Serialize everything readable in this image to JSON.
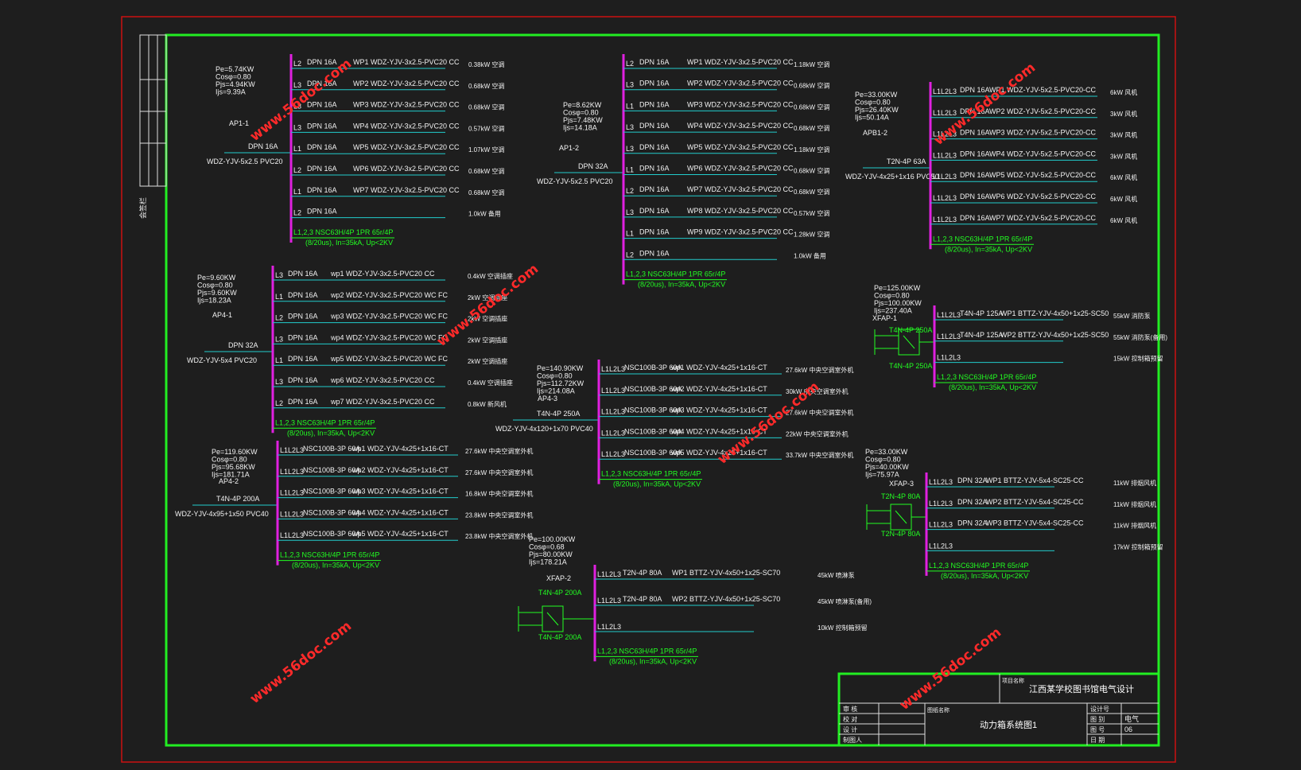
{
  "colors": {
    "background": "#1e1e1e",
    "outer_frame": "#cc1111",
    "inner_frame": "#22ee22",
    "busbar": "#e020e0",
    "feeder": "#22cccc",
    "text": "#f2f2f2",
    "label_green": "#22ff22",
    "watermark": "#ff2a2a"
  },
  "watermark": "www.56doc.com",
  "side_strip": {
    "label": "会签栏"
  },
  "title_block": {
    "project_label": "项目名称",
    "project": "江西某学校图书馆电气设计",
    "drawing_label": "图纸名称",
    "drawing": "动力箱系统图1",
    "rows": [
      "审 核",
      "校 对",
      "设 计",
      "制图人"
    ],
    "right_rows": [
      [
        "设计号",
        ""
      ],
      [
        "图 别",
        "电气"
      ],
      [
        "图 号",
        "06"
      ],
      [
        "日 期",
        ""
      ]
    ]
  },
  "panels": [
    {
      "id": "AP1-1",
      "name": "AP1-1",
      "params": [
        "Pe=5.74KW",
        "Cosφ=0.80",
        "Pjs=4.94KW",
        "Ijs=9.39A"
      ],
      "incoming": {
        "breaker": "DPN 16A",
        "cable": "WDZ-YJV-5x2.5 PVC20"
      },
      "feeders": [
        {
          "ph": "L2",
          "br": "DPN 16A",
          "cable": "WP1 WDZ-YJV-3x2.5-PVC20 CC",
          "load": "0.38kW 空调"
        },
        {
          "ph": "L3",
          "br": "DPN 16A",
          "cable": "WP2 WDZ-YJV-3x2.5-PVC20 CC",
          "load": "0.68kW 空调"
        },
        {
          "ph": "L3",
          "br": "DPN 16A",
          "cable": "WP3 WDZ-YJV-3x2.5-PVC20 CC",
          "load": "0.68kW 空调"
        },
        {
          "ph": "L3",
          "br": "DPN 16A",
          "cable": "WP4 WDZ-YJV-3x2.5-PVC20 CC",
          "load": "0.57kW 空调"
        },
        {
          "ph": "L1",
          "br": "DPN 16A",
          "cable": "WP5 WDZ-YJV-3x2.5-PVC20 CC",
          "load": "1.07kW 空调"
        },
        {
          "ph": "L2",
          "br": "DPN 16A",
          "cable": "WP6 WDZ-YJV-3x2.5-PVC20 CC",
          "load": "0.68kW 空调"
        },
        {
          "ph": "L1",
          "br": "DPN 16A",
          "cable": "WP7 WDZ-YJV-3x2.5-PVC20 CC",
          "load": "0.68kW 空调"
        },
        {
          "ph": "L2",
          "br": "DPN 16A",
          "cable": "",
          "load": "1.0kW 备用"
        }
      ],
      "spd": [
        "L1,2,3 NSC63H/4P 1PR 65r/4P",
        "(8/20us), In=35kA, Up<2KV"
      ]
    },
    {
      "id": "AP1-2",
      "name": "AP1-2",
      "params": [
        "Pe=8.62KW",
        "Cosφ=0.80",
        "Pjs=7.48KW",
        "Ijs=14.18A"
      ],
      "incoming": {
        "breaker": "DPN 32A",
        "cable": "WDZ-YJV-5x2.5 PVC20"
      },
      "feeders": [
        {
          "ph": "L2",
          "br": "DPN 16A",
          "cable": "WP1 WDZ-YJV-3x2.5-PVC20 CC",
          "load": "1.18kW 空调"
        },
        {
          "ph": "L3",
          "br": "DPN 16A",
          "cable": "WP2 WDZ-YJV-3x2.5-PVC20 CC",
          "load": "0.68kW 空调"
        },
        {
          "ph": "L1",
          "br": "DPN 16A",
          "cable": "WP3 WDZ-YJV-3x2.5-PVC20 CC",
          "load": "0.68kW 空调"
        },
        {
          "ph": "L3",
          "br": "DPN 16A",
          "cable": "WP4 WDZ-YJV-3x2.5-PVC20 CC",
          "load": "0.68kW 空调"
        },
        {
          "ph": "L3",
          "br": "DPN 16A",
          "cable": "WP5 WDZ-YJV-3x2.5-PVC20 CC",
          "load": "1.18kW 空调"
        },
        {
          "ph": "L1",
          "br": "DPN 16A",
          "cable": "WP6 WDZ-YJV-3x2.5-PVC20 CC",
          "load": "0.68kW 空调"
        },
        {
          "ph": "L2",
          "br": "DPN 16A",
          "cable": "WP7 WDZ-YJV-3x2.5-PVC20 CC",
          "load": "0.68kW 空调"
        },
        {
          "ph": "L3",
          "br": "DPN 16A",
          "cable": "WP8 WDZ-YJV-3x2.5-PVC20 CC",
          "load": "0.57kW 空调"
        },
        {
          "ph": "L1",
          "br": "DPN 16A",
          "cable": "WP9 WDZ-YJV-3x2.5-PVC20 CC",
          "load": "1.28kW 空调"
        },
        {
          "ph": "L2",
          "br": "DPN 16A",
          "cable": "",
          "load": "1.0kW 备用"
        }
      ],
      "spd": [
        "L1,2,3 NSC63H/4P 1PR 65r/4P",
        "(8/20us), In=35kA, Up<2KV"
      ]
    },
    {
      "id": "APB1-2",
      "name": "APB1-2",
      "params": [
        "Pe=33.00KW",
        "Cosφ=0.80",
        "Pjs=26.40KW",
        "Ijs=50.14A"
      ],
      "incoming": {
        "breaker": "T2N-4P 63A",
        "cable": "WDZ-YJV-4x25+1x16 PVC50"
      },
      "feeders": [
        {
          "ph": "L1L2L3",
          "br": "DPN 16A",
          "cable": "WP1 WDZ-YJV-5x2.5-PVC20-CC",
          "load": "6kW 风机"
        },
        {
          "ph": "L1L2L3",
          "br": "DPN 16A",
          "cable": "WP2 WDZ-YJV-5x2.5-PVC20-CC",
          "load": "3kW 风机"
        },
        {
          "ph": "L1L2L3",
          "br": "DPN 16A",
          "cable": "WP3 WDZ-YJV-5x2.5-PVC20-CC",
          "load": "3kW 风机"
        },
        {
          "ph": "L1L2L3",
          "br": "DPN 16A",
          "cable": "WP4 WDZ-YJV-5x2.5-PVC20-CC",
          "load": "3kW 风机"
        },
        {
          "ph": "L1L2L3",
          "br": "DPN 16A",
          "cable": "WP5 WDZ-YJV-5x2.5-PVC20-CC",
          "load": "6kW 风机"
        },
        {
          "ph": "L1L2L3",
          "br": "DPN 16A",
          "cable": "WP6 WDZ-YJV-5x2.5-PVC20-CC",
          "load": "6kW 风机"
        },
        {
          "ph": "L1L2L3",
          "br": "DPN 16A",
          "cable": "WP7 WDZ-YJV-5x2.5-PVC20-CC",
          "load": "6kW 风机"
        }
      ],
      "spd": [
        "L1,2,3 NSC63H/4P 1PR 65r/4P",
        "(8/20us), In=35kA, Up<2KV"
      ]
    },
    {
      "id": "AP4-1",
      "name": "AP4-1",
      "params": [
        "Pe=9.60KW",
        "Cosφ=0.80",
        "Pjs=9.60KW",
        "Ijs=18.23A"
      ],
      "incoming": {
        "breaker": "DPN 32A",
        "cable": "WDZ-YJV-5x4 PVC20"
      },
      "feeders": [
        {
          "ph": "L3",
          "br": "DPN 16A",
          "cable": "wp1  WDZ-YJV-3x2.5-PVC20 CC",
          "load": "0.4kW 空调插座"
        },
        {
          "ph": "L1",
          "br": "DPN 16A",
          "cable": "wp2  WDZ-YJV-3x2.5-PVC20 WC FC",
          "load": "2kW 空调插座"
        },
        {
          "ph": "L2",
          "br": "DPN 16A",
          "cable": "wp3  WDZ-YJV-3x2.5-PVC20 WC FC",
          "load": "2kW 空调插座"
        },
        {
          "ph": "L3",
          "br": "DPN 16A",
          "cable": "wp4  WDZ-YJV-3x2.5-PVC20 WC FC",
          "load": "2kW 空调插座"
        },
        {
          "ph": "L1",
          "br": "DPN 16A",
          "cable": "wp5  WDZ-YJV-3x2.5-PVC20 WC FC",
          "load": "2kW 空调插座"
        },
        {
          "ph": "L3",
          "br": "DPN 16A",
          "cable": "wp6  WDZ-YJV-3x2.5-PVC20 CC",
          "load": "0.4kW 空调插座"
        },
        {
          "ph": "L2",
          "br": "DPN 16A",
          "cable": "wp7  WDZ-YJV-3x2.5-PVC20 CC",
          "load": "0.8kW 新风机"
        }
      ],
      "spd": [
        "L1,2,3 NSC63H/4P 1PR 65r/4P",
        "(8/20us), In=35kA, Up<2KV"
      ]
    },
    {
      "id": "AP4-2",
      "name": "AP4-2",
      "params": [
        "Pe=119.60KW",
        "Cosφ=0.80",
        "Pjs=95.68KW",
        "Ijs=181.71A"
      ],
      "incoming": {
        "breaker": "T4N-4P 200A",
        "cable": "WDZ-YJV-4x95+1x50  PVC40"
      },
      "feeders": [
        {
          "ph": "L1L2L3",
          "br": "NSC100B-3P 60A",
          "cable": "wp1  WDZ-YJV-4x25+1x16-CT",
          "load": "27.6kW 中央空调室外机"
        },
        {
          "ph": "L1L2L3",
          "br": "NSC100B-3P 60A",
          "cable": "wp2  WDZ-YJV-4x25+1x16-CT",
          "load": "27.6kW 中央空调室外机"
        },
        {
          "ph": "L1L2L3",
          "br": "NSC100B-3P 60A",
          "cable": "wp3  WDZ-YJV-4x25+1x16-CT",
          "load": "16.8kW 中央空调室外机"
        },
        {
          "ph": "L1L2L3",
          "br": "NSC100B-3P 60A",
          "cable": "wp4  WDZ-YJV-4x25+1x16-CT",
          "load": "23.8kW 中央空调室外机"
        },
        {
          "ph": "L1L2L3",
          "br": "NSC100B-3P 60A",
          "cable": "wp5  WDZ-YJV-4x25+1x16-CT",
          "load": "23.8kW 中央空调室外机"
        }
      ],
      "spd": [
        "L1,2,3 NSC63H/4P 1PR 65r/4P",
        "(8/20us), In=35kA, Up<2KV"
      ]
    },
    {
      "id": "AP4-3",
      "name": "AP4-3",
      "params": [
        "Pe=140.90KW",
        "Cosφ=0.80",
        "Pjs=112.72KW",
        "Ijs=214.08A"
      ],
      "incoming": {
        "breaker": "T4N-4P 250A",
        "cable": "WDZ-YJV-4x120+1x70  PVC40"
      },
      "feeders": [
        {
          "ph": "L1L2L3",
          "br": "NSC100B-3P 60A",
          "cable": "wp1  WDZ-YJV-4x25+1x16-CT",
          "load": "27.6kW 中央空调室外机"
        },
        {
          "ph": "L1L2L3",
          "br": "NSC100B-3P 60A",
          "cable": "wp2  WDZ-YJV-4x25+1x16-CT",
          "load": "30kW 中央空调室外机"
        },
        {
          "ph": "L1L2L3",
          "br": "NSC100B-3P 60A",
          "cable": "wp3  WDZ-YJV-4x25+1x16-CT",
          "load": "27.6kW 中央空调室外机"
        },
        {
          "ph": "L1L2L3",
          "br": "NSC100B-3P 60A",
          "cable": "wp4  WDZ-YJV-4x25+1x16-CT",
          "load": "22kW 中央空调室外机"
        },
        {
          "ph": "L1L2L3",
          "br": "NSC100B-3P 60A",
          "cable": "wp5  WDZ-YJV-4x25+1x16-CT",
          "load": "33.7kW 中央空调室外机"
        }
      ],
      "spd": [
        "L1,2,3 NSC63H/4P 1PR 65r/4P",
        "(8/20us), In=35kA, Up<2KV"
      ]
    },
    {
      "id": "XFAP-1",
      "name": "XFAP-1",
      "params": [
        "Pe=125.00KW",
        "Cosφ=0.80",
        "Pjs=100.00KW",
        "Ijs=237.40A"
      ],
      "incoming": {
        "breaker": "T4N-4P 250A",
        "breaker2": "T4N-4P 250A",
        "cable": ""
      },
      "feeders": [
        {
          "ph": "L1L2L3",
          "br": "T4N-4P 125A",
          "cable": "WP1 BTTZ-YJV-4x50+1x25-SC50",
          "load": "55kW 消防泵"
        },
        {
          "ph": "L1L2L3",
          "br": "T4N-4P 125A",
          "cable": "WP2 BTTZ-YJV-4x50+1x25-SC50",
          "load": "55kW 消防泵(备用)"
        },
        {
          "ph": "L1L2L3",
          "br": "",
          "cable": "",
          "load": "15kW 控制箱预留"
        }
      ],
      "spd": [
        "L1,2,3 NSC63H/4P 1PR 65r/4P",
        "(8/20us), In=35kA, Up<2KV"
      ]
    },
    {
      "id": "XFAP-2",
      "name": "XFAP-2",
      "params": [
        "Pe=100.00KW",
        "Cosφ=0.68",
        "Pjs=80.00KW",
        "Ijs=178.21A"
      ],
      "incoming": {
        "breaker": "T4N-4P 200A",
        "breaker2": "T4N-4P 200A",
        "cable": ""
      },
      "feeders": [
        {
          "ph": "L1L2L3",
          "br": "T2N-4P 80A",
          "cable": "WP1 BTTZ-YJV-4x50+1x25-SC70",
          "load": "45kW 喷淋泵"
        },
        {
          "ph": "L1L2L3",
          "br": "T2N-4P 80A",
          "cable": "WP2 BTTZ-YJV-4x50+1x25-SC70",
          "load": "45kW 喷淋泵(备用)"
        },
        {
          "ph": "L1L2L3",
          "br": "",
          "cable": "",
          "load": "10kW 控制箱预留"
        }
      ],
      "spd": [
        "L1,2,3 NSC63H/4P 1PR 65r/4P",
        "(8/20us), In=35kA, Up<2KV"
      ]
    },
    {
      "id": "XFAP-3",
      "name": "XFAP-3",
      "params": [
        "Pe=33.00KW",
        "Cosφ=0.80",
        "Pjs=40.00KW",
        "Ijs=75.97A"
      ],
      "incoming": {
        "breaker": "T2N-4P 80A",
        "breaker2": "T2N-4P 80A",
        "cable": ""
      },
      "feeders": [
        {
          "ph": "L1L2L3",
          "br": "DPN 32A",
          "cable": "WP1 BTTZ-YJV-5x4-SC25-CC",
          "load": "11kW 排烟风机"
        },
        {
          "ph": "L1L2L3",
          "br": "DPN 32A",
          "cable": "WP2 BTTZ-YJV-5x4-SC25-CC",
          "load": "11kW 排烟风机"
        },
        {
          "ph": "L1L2L3",
          "br": "DPN 32A",
          "cable": "WP3 BTTZ-YJV-5x4-SC25-CC",
          "load": "11kW 排烟风机"
        },
        {
          "ph": "L1L2L3",
          "br": "",
          "cable": "",
          "load": "17kW 控制箱预留"
        }
      ],
      "spd": [
        "L1,2,3 NSC63H/4P 1PR 65r/4P",
        "(8/20us), In=35kA, Up<2KV"
      ]
    }
  ]
}
